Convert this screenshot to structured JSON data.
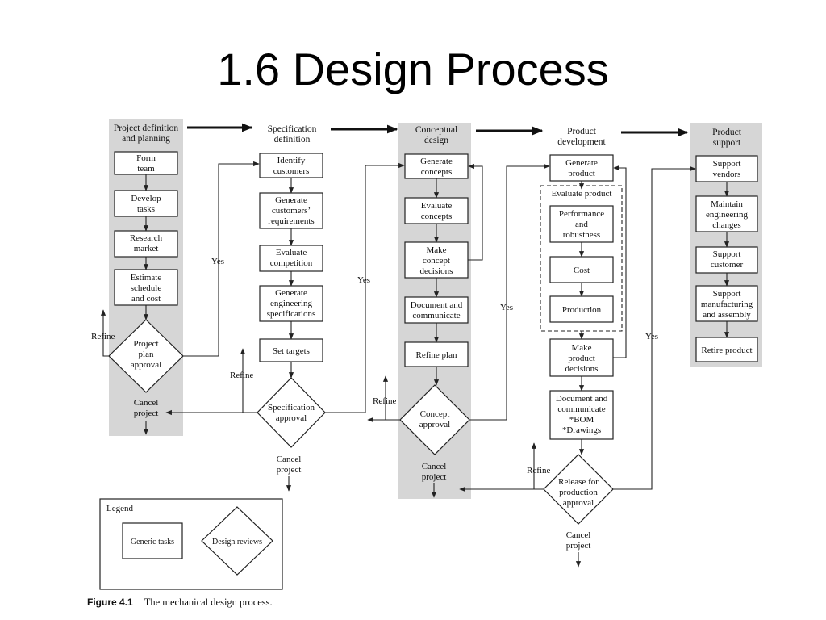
{
  "title": "1.6 Design Process",
  "headers": {
    "project": "Project definition|and planning",
    "spec": "Specification|definition",
    "concept": "Conceptual|design",
    "product": "Product|development",
    "support": "Product|support"
  },
  "boxes": {
    "form_team": "Form|team",
    "develop_tasks": "Develop|tasks",
    "research_market": "Research|market",
    "estimate": "Estimate|schedule|and cost",
    "identify": "Identify|customers",
    "gen_req": "Generate|customers’|requirements",
    "eval_comp": "Evaluate|competition",
    "gen_eng": "Generate|engineering|specifications",
    "set_targets": "Set targets",
    "gen_concepts": "Generate|concepts",
    "eval_concepts": "Evaluate|concepts",
    "make_concept": "Make|concept|decisions",
    "doc_comm": "Document and|communicate",
    "refine_plan": "Refine plan",
    "gen_product": "Generate|product",
    "perf": "Performance|and|robustness",
    "cost": "Cost",
    "production": "Production",
    "make_product": "Make|product|decisions",
    "doc_comm2": "Document and|communicate|*BOM|*Drawings",
    "support_vendors": "Support|vendors",
    "maintain": "Maintain|engineering|changes",
    "support_customer": "Support|customer",
    "support_manuf": "Support|manufacturing|and assembly",
    "retire": "Retire product"
  },
  "diamonds": {
    "project_approval": "Project|plan|approval",
    "spec_approval": "Specification|approval",
    "concept_approval": "Concept|approval",
    "release_approval": "Release for|production|approval"
  },
  "evaluate_product_label": "Evaluate product",
  "labels": {
    "refine": "Refine",
    "yes": "Yes",
    "cancel_project": "Cancel|project"
  },
  "legend": {
    "title": "Legend",
    "generic": "Generic tasks",
    "reviews": "Design reviews"
  },
  "caption": {
    "figure": "Figure 4.1",
    "text": "The mechanical design process."
  }
}
